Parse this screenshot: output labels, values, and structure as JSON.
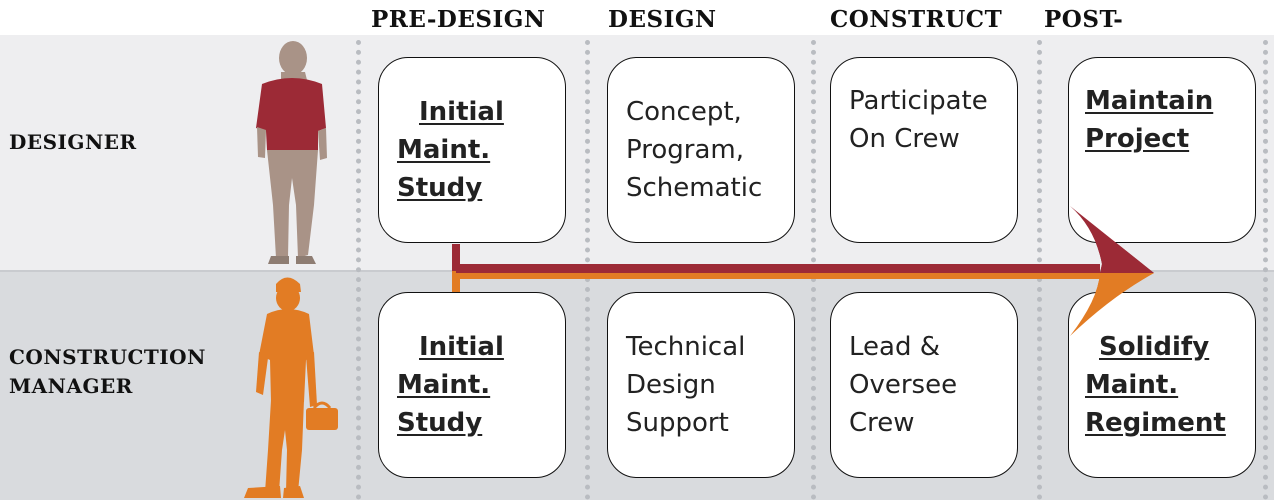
{
  "phases": [
    "PRE-DESIGN",
    "DESIGN",
    "CONSTRUCT",
    "POST-"
  ],
  "roles": {
    "designer": "DESIGNER",
    "construction_manager_line1": "CONSTRUCTION",
    "construction_manager_line2": "MANAGER"
  },
  "designer_cards": [
    {
      "lines": [
        "Initial",
        "Maint.",
        "Study"
      ],
      "emphasis": true
    },
    {
      "lines": [
        "Concept,",
        "Program,",
        "Schematic"
      ],
      "emphasis": false
    },
    {
      "lines": [
        "Participate",
        "On Crew"
      ],
      "emphasis": false
    },
    {
      "lines": [
        "Maintain",
        "Project"
      ],
      "emphasis": true
    }
  ],
  "manager_cards": [
    {
      "lines": [
        "Initial",
        "Maint.",
        "Study"
      ],
      "emphasis": true
    },
    {
      "lines": [
        "Technical",
        "Design",
        "Support"
      ],
      "emphasis": false
    },
    {
      "lines": [
        "Lead &",
        "Oversee",
        "Crew"
      ],
      "emphasis": false
    },
    {
      "lines": [
        "Solidify",
        "Maint.",
        "Regiment"
      ],
      "emphasis": true
    }
  ],
  "colors": {
    "designer": "#9c2a36",
    "designer_skin": "#a99387",
    "manager": "#e27c24",
    "band_top": "#eeeef0",
    "band_bottom": "#d9dbde"
  },
  "figures": {
    "designer": "person-standing-icon",
    "manager": "worker-with-toolbox-icon"
  }
}
